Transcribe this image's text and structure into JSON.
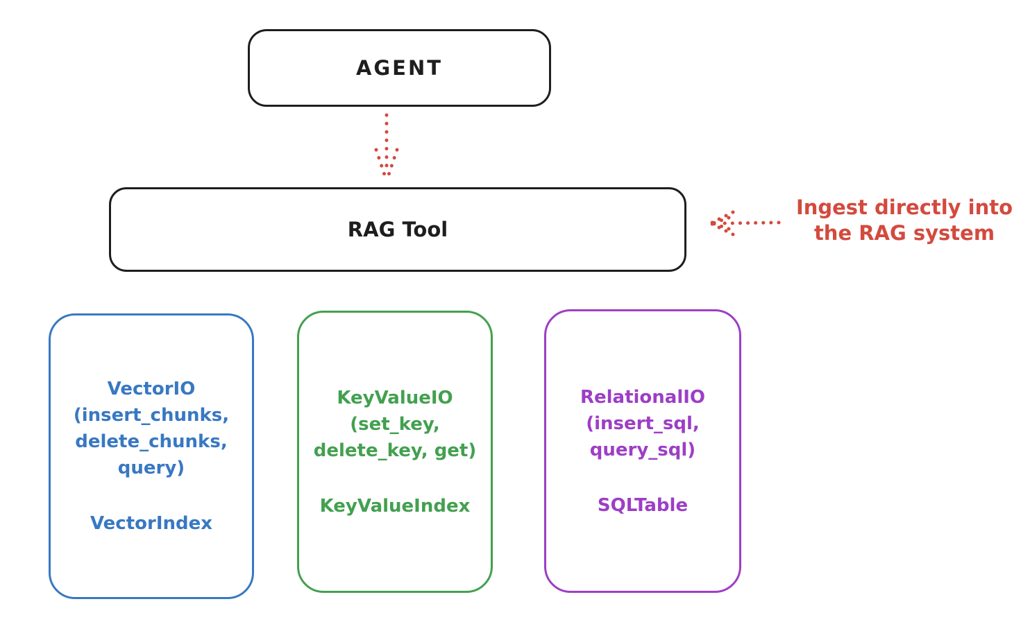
{
  "stroke_color": "#1e1e1e",
  "arrow_color": "#d34a3e",
  "nodes": {
    "agent": {
      "label": "AGENT"
    },
    "rag_tool": {
      "label": "RAG Tool"
    }
  },
  "annotation": {
    "lines": [
      "Ingest directly into",
      "the RAG system"
    ],
    "color": "#d34a3e"
  },
  "backends": [
    {
      "name": "vector-io",
      "color": "#3878c2",
      "lines": [
        "VectorIO",
        "(insert_chunks,",
        "delete_chunks,",
        "query)"
      ],
      "index": "VectorIndex"
    },
    {
      "name": "keyvalue-io",
      "color": "#43a04f",
      "lines": [
        "KeyValueIO",
        "(set_key,",
        "delete_key, get)"
      ],
      "index": "KeyValueIndex"
    },
    {
      "name": "relational-io",
      "color": "#9d3ec6",
      "lines": [
        "RelationalIO",
        "(insert_sql,",
        "query_sql)"
      ],
      "index": "SQLTable"
    }
  ]
}
